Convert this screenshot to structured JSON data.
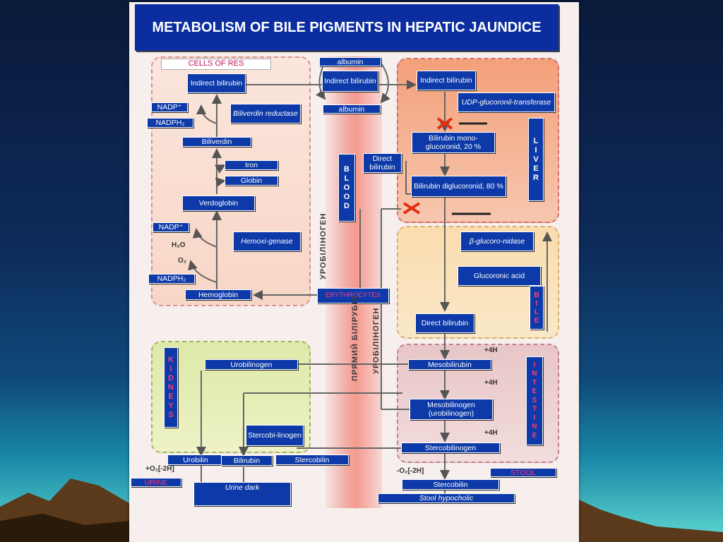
{
  "title": "METABOLISM OF BILE PIGMENTS IN HEPATIC JAUNDICE",
  "cells_of_res": "CELLS OF RES",
  "albumin_top": "albumin",
  "albumin_bottom": "albumin",
  "indirect_res": "Indirect bilirubin",
  "indirect_blood": "Indirect bilirubin",
  "indirect_liver": "Indirect bilirubin",
  "udp": "UDP-glucoronil-transferase",
  "nadp1": "NADP⁺",
  "nadph1": "NADPH₂",
  "biliverdin_reductase": "Biliverdin reductase",
  "biliverdin": "Biliverdin",
  "iron": "Iron",
  "globin": "Globin",
  "verdoglobin": "Verdoglobin",
  "nadp2": "NADP⁺",
  "hemoxigenase": "Hemoxi-genase",
  "h2o": "H₂O",
  "o2": "O₂",
  "nadph2": "NADPH₂",
  "hemoglobin": "Hemoglobin",
  "erythrocytes": "ERYTHROCYTES",
  "blood_letters": [
    "B",
    "L",
    "O",
    "O",
    "D"
  ],
  "liver_letters": [
    "L",
    "I",
    "V",
    "E",
    "R"
  ],
  "bile_letters": [
    "B",
    "I",
    "L",
    "E"
  ],
  "kidneys_letters": [
    "K",
    "I",
    "D",
    "N",
    "E",
    "Y",
    "S"
  ],
  "intestine_letters": [
    "I",
    "N",
    "T",
    "E",
    "S",
    "T",
    "I",
    "N",
    "E"
  ],
  "direct_blood": "Direct bilirubin",
  "mono": "Bilirubin mono-glucoronid, 20 %",
  "di": "Bilirubin diglucoronid, 80 %",
  "beta": "β-glucoro-nidase",
  "glucoronic": "Glucoronic acid",
  "direct_bile": "Direct bilirubin",
  "urobilinogen": "Urobilinogen",
  "mesobilirubin": "Mesobilirubin",
  "plus4h_1": "+4H",
  "plus4h_2": "+4H",
  "plus4h_3": "+4H",
  "mesobilinogen": "Mesobilinogen (urobilinogen)",
  "stercobilinogen_kid": "Stercobi-linogen",
  "stercobilinogen_int": "Stercobilinogen",
  "urobilin": "Urobilin",
  "bilirubin_urine": "Bilirubin",
  "stercobilin_kid": "Stercobilin",
  "o2_2h_left": "+O₂[-2H]",
  "o2_2h_right": "-O₂[-2H]",
  "urine": "URINE",
  "urine_dark": "Urine dark",
  "stool": "STOOL",
  "stercobilin_int": "Stercobilin",
  "stool_hypo": "Stool hypocholic",
  "rot_uro1": "УРОБІЛІНОГЕН",
  "rot_direct": "ПРЯМИЙ БІЛІРУБІН",
  "rot_uro2": "УРОБІЛІНОГЕН"
}
